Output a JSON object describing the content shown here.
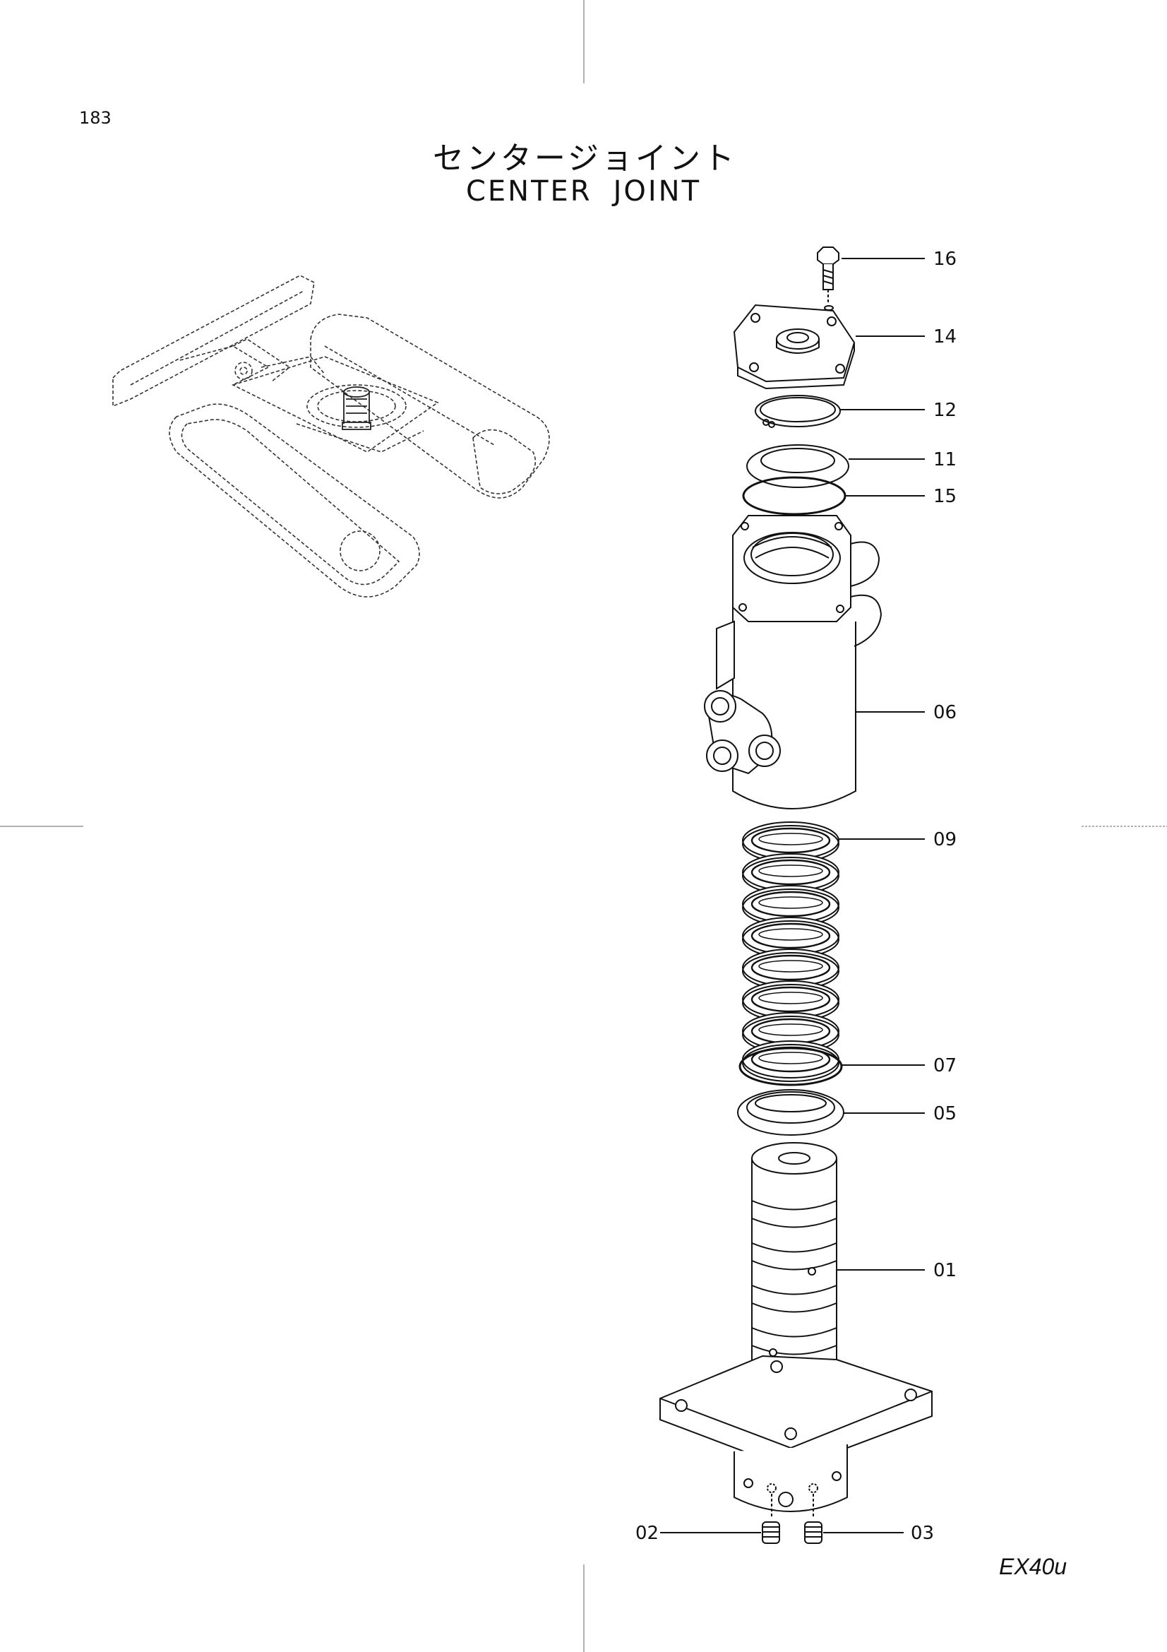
{
  "page_number": "183",
  "title_jp": "センタージョイント",
  "title_en": [
    "CENTER",
    "JOINT"
  ],
  "model": "EX40u",
  "parts": [
    {
      "no": "16"
    },
    {
      "no": "14"
    },
    {
      "no": "12"
    },
    {
      "no": "11"
    },
    {
      "no": "15"
    },
    {
      "no": "06"
    },
    {
      "no": "09"
    },
    {
      "no": "07"
    },
    {
      "no": "05"
    },
    {
      "no": "01"
    },
    {
      "no": "02"
    },
    {
      "no": "03"
    }
  ]
}
